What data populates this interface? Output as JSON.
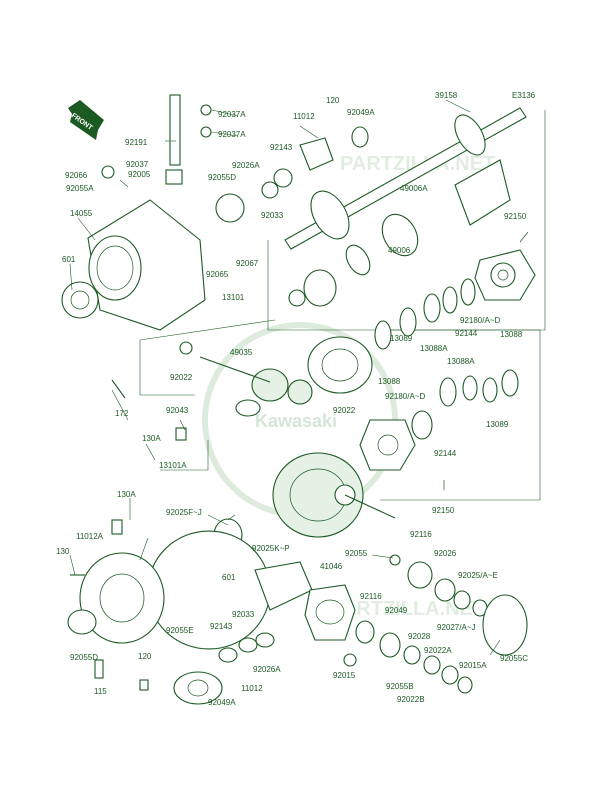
{
  "diagram": {
    "code": "E3136",
    "front_label": "FRONT",
    "brand_watermark": "Kawasaki",
    "site_watermark": "PARTZILLA.NET",
    "labels": [
      {
        "id": "92037A-1",
        "text": "92037A"
      },
      {
        "id": "92037A-2",
        "text": "92037A"
      },
      {
        "id": "120-top",
        "text": "120"
      },
      {
        "id": "11012-top",
        "text": "11012"
      },
      {
        "id": "92049A-top",
        "text": "92049A"
      },
      {
        "id": "39158",
        "text": "39158"
      },
      {
        "id": "92191",
        "text": "92191"
      },
      {
        "id": "92143-top",
        "text": "92143"
      },
      {
        "id": "92037",
        "text": "92037"
      },
      {
        "id": "92066",
        "text": "92066"
      },
      {
        "id": "92005",
        "text": "92005"
      },
      {
        "id": "92026A-top",
        "text": "92026A"
      },
      {
        "id": "92055A",
        "text": "92055A"
      },
      {
        "id": "92055D-top",
        "text": "92055D"
      },
      {
        "id": "92033-top",
        "text": "92033"
      },
      {
        "id": "49006A",
        "text": "49006A"
      },
      {
        "id": "14055",
        "text": "14055"
      },
      {
        "id": "92150-top",
        "text": "92150"
      },
      {
        "id": "49006",
        "text": "49006"
      },
      {
        "id": "601-left",
        "text": "601"
      },
      {
        "id": "92065",
        "text": "92065"
      },
      {
        "id": "92067",
        "text": "92067"
      },
      {
        "id": "13101",
        "text": "13101"
      },
      {
        "id": "92180AD-top",
        "text": "92180/A~D"
      },
      {
        "id": "92144-top",
        "text": "92144"
      },
      {
        "id": "13088-right",
        "text": "13088"
      },
      {
        "id": "13088A-top",
        "text": "13088A"
      },
      {
        "id": "13089-top",
        "text": "13089"
      },
      {
        "id": "49035",
        "text": "49035"
      },
      {
        "id": "92022",
        "text": "92022"
      },
      {
        "id": "13088-mid",
        "text": "13088"
      },
      {
        "id": "13088A-mid",
        "text": "13088A"
      },
      {
        "id": "172",
        "text": "172"
      },
      {
        "id": "92022-mid",
        "text": "92022"
      },
      {
        "id": "92043",
        "text": "92043"
      },
      {
        "id": "92180AD-mid",
        "text": "92180/A~D"
      },
      {
        "id": "13089-mid",
        "text": "13089"
      },
      {
        "id": "130A-top",
        "text": "130A"
      },
      {
        "id": "92144-mid",
        "text": "92144"
      },
      {
        "id": "13101A",
        "text": "13101A"
      },
      {
        "id": "92150-mid",
        "text": "92150"
      },
      {
        "id": "130A-mid",
        "text": "130A"
      },
      {
        "id": "92025FJ",
        "text": "92025F~J"
      },
      {
        "id": "11012A",
        "text": "11012A"
      },
      {
        "id": "92025KP",
        "text": "92025K~P"
      },
      {
        "id": "92116-top",
        "text": "92116"
      },
      {
        "id": "130",
        "text": "130"
      },
      {
        "id": "92055",
        "text": "92055"
      },
      {
        "id": "92026",
        "text": "92026"
      },
      {
        "id": "601-mid",
        "text": "601"
      },
      {
        "id": "41046",
        "text": "41046"
      },
      {
        "id": "92025AE",
        "text": "92025/A~E"
      },
      {
        "id": "92116-mid",
        "text": "92116"
      },
      {
        "id": "92033-bot",
        "text": "92033"
      },
      {
        "id": "92049",
        "text": "92049"
      },
      {
        "id": "92143-bot",
        "text": "92143"
      },
      {
        "id": "92055E",
        "text": "92055E"
      },
      {
        "id": "92027AJ",
        "text": "92027/A~J"
      },
      {
        "id": "92028",
        "text": "92028"
      },
      {
        "id": "92055D-bot",
        "text": "92055D"
      },
      {
        "id": "92026A-bot",
        "text": "92026A"
      },
      {
        "id": "92022A",
        "text": "92022A"
      },
      {
        "id": "92055C",
        "text": "92055C"
      },
      {
        "id": "120-bot",
        "text": "120"
      },
      {
        "id": "92015",
        "text": "92015"
      },
      {
        "id": "92015A",
        "text": "92015A"
      },
      {
        "id": "11012-bot",
        "text": "11012"
      },
      {
        "id": "92055B",
        "text": "92055B"
      },
      {
        "id": "115",
        "text": "115"
      },
      {
        "id": "92022B",
        "text": "92022B"
      },
      {
        "id": "92049A-bot",
        "text": "92049A"
      }
    ]
  }
}
